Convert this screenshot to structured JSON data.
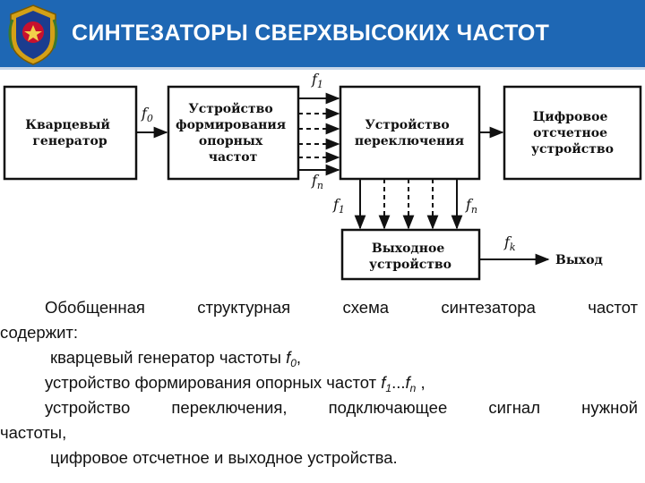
{
  "header": {
    "title": "СИНТЕЗАТОРЫ СВЕРХВЫСОКИХ ЧАСТОТ",
    "accent_color": "#1e67b4",
    "emblem_icon": "military-emblem-icon"
  },
  "diagram": {
    "blocks": {
      "quartz": [
        "Кварцевый",
        "генератор"
      ],
      "reference": [
        "Устройство",
        "формирования",
        "опорных",
        "частот"
      ],
      "switching": [
        "Устройство",
        "переключения"
      ],
      "digital": [
        "Цифровое",
        "отсчетное",
        "устройство"
      ],
      "output": [
        "Выходное",
        "устройство"
      ]
    },
    "labels": {
      "f0_base": "f",
      "f0_sub": "0",
      "f1_base": "f",
      "f1_sub": "1",
      "fn_base": "f",
      "fn_sub": "n",
      "fk_base": "f",
      "fk_sub": "k",
      "output_label": "Выход"
    }
  },
  "description": {
    "intro_a": "Обобщенная структурная схема синтезатора частот",
    "intro_b": "содержит:",
    "item1_text": "кварцевый генератор частоты ",
    "item1_f": "f",
    "item1_sub": "0",
    "item1_end": ",",
    "item2_text": "устройство формирования опорных частот ",
    "item2_f1": "f",
    "item2_sub1": "1",
    "item2_dots": "...",
    "item2_fn": "f",
    "item2_subn": "n",
    "item2_end": " ,",
    "item3_a": "устройство переключения, подключающее сигнал нужной",
    "item3_b": "частоты,",
    "item4_text": "цифровое отсчетное и выходное устройства."
  }
}
